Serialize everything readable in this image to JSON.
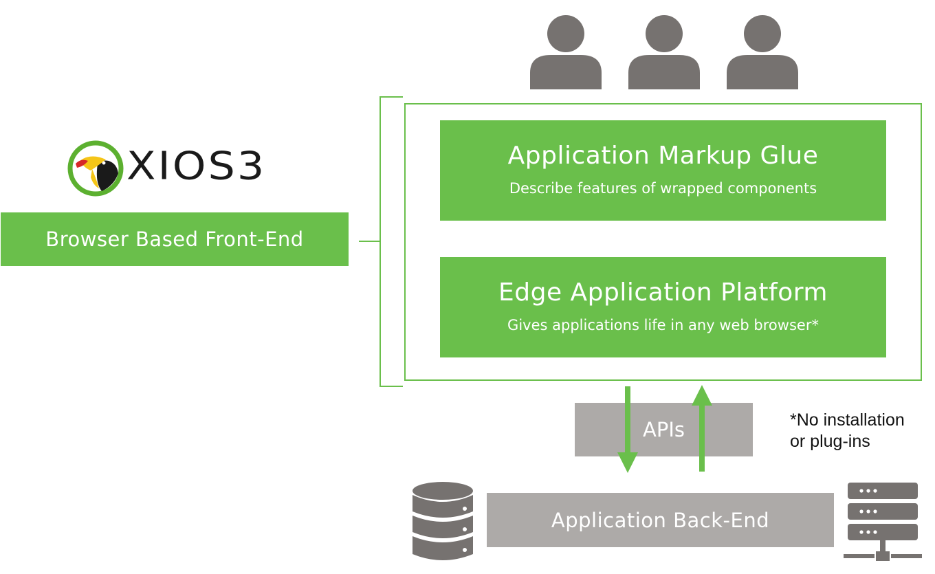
{
  "logo": {
    "text": "XIOS3"
  },
  "front_end": {
    "label": "Browser Based Front-End"
  },
  "layers": [
    {
      "title": "Application Markup Glue",
      "subtitle": "Describe features of wrapped components"
    },
    {
      "title": "Edge Application Platform",
      "subtitle": "Gives applications life in any web browser*"
    }
  ],
  "apis": {
    "label": "APIs"
  },
  "backend": {
    "label": "Application Back-End"
  },
  "note": {
    "line1": "*No installation",
    "line2": "or plug-ins"
  },
  "colors": {
    "green": "#6abf4b",
    "grey": "#adaaa8",
    "icon": "#767270"
  },
  "icons": [
    "user-icon",
    "user-icon",
    "user-icon",
    "toucan-logo-icon",
    "database-icon",
    "server-icon",
    "arrow-down-icon",
    "arrow-up-icon"
  ]
}
